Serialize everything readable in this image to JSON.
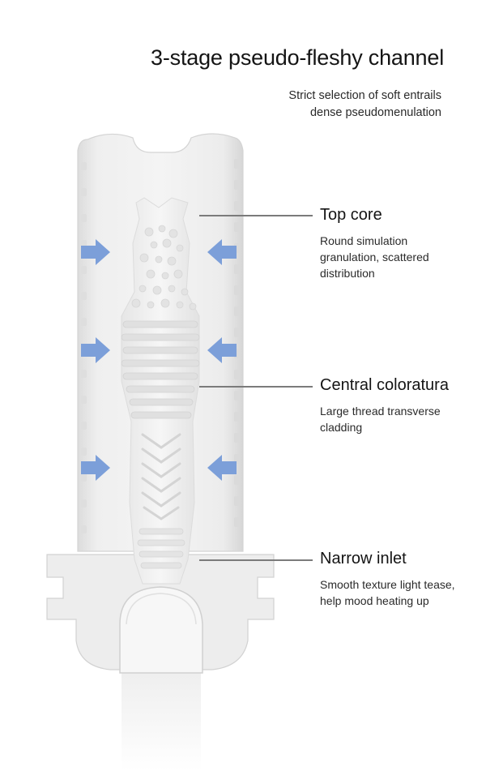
{
  "header": {
    "title": "3-stage pseudo-fleshy channel",
    "subtitle_lines": [
      "Strict selection of soft entrails",
      "dense pseudomenulation"
    ]
  },
  "features": [
    {
      "name": "Top core",
      "desc_lines": [
        "Round simulation",
        "granulation, scattered",
        "distribution"
      ]
    },
    {
      "name": "Central coloratura",
      "desc_lines": [
        "Large thread transverse",
        "cladding"
      ]
    },
    {
      "name": "Narrow inlet",
      "desc_lines": [
        "Smooth texture light tease,",
        "help mood heating up"
      ]
    }
  ],
  "colors": {
    "arrow": "#7c9fd9",
    "leader": "#7b7b7b",
    "product_body": "#ececec"
  },
  "icons": [
    "arrow-right-icon",
    "arrow-left-icon"
  ]
}
